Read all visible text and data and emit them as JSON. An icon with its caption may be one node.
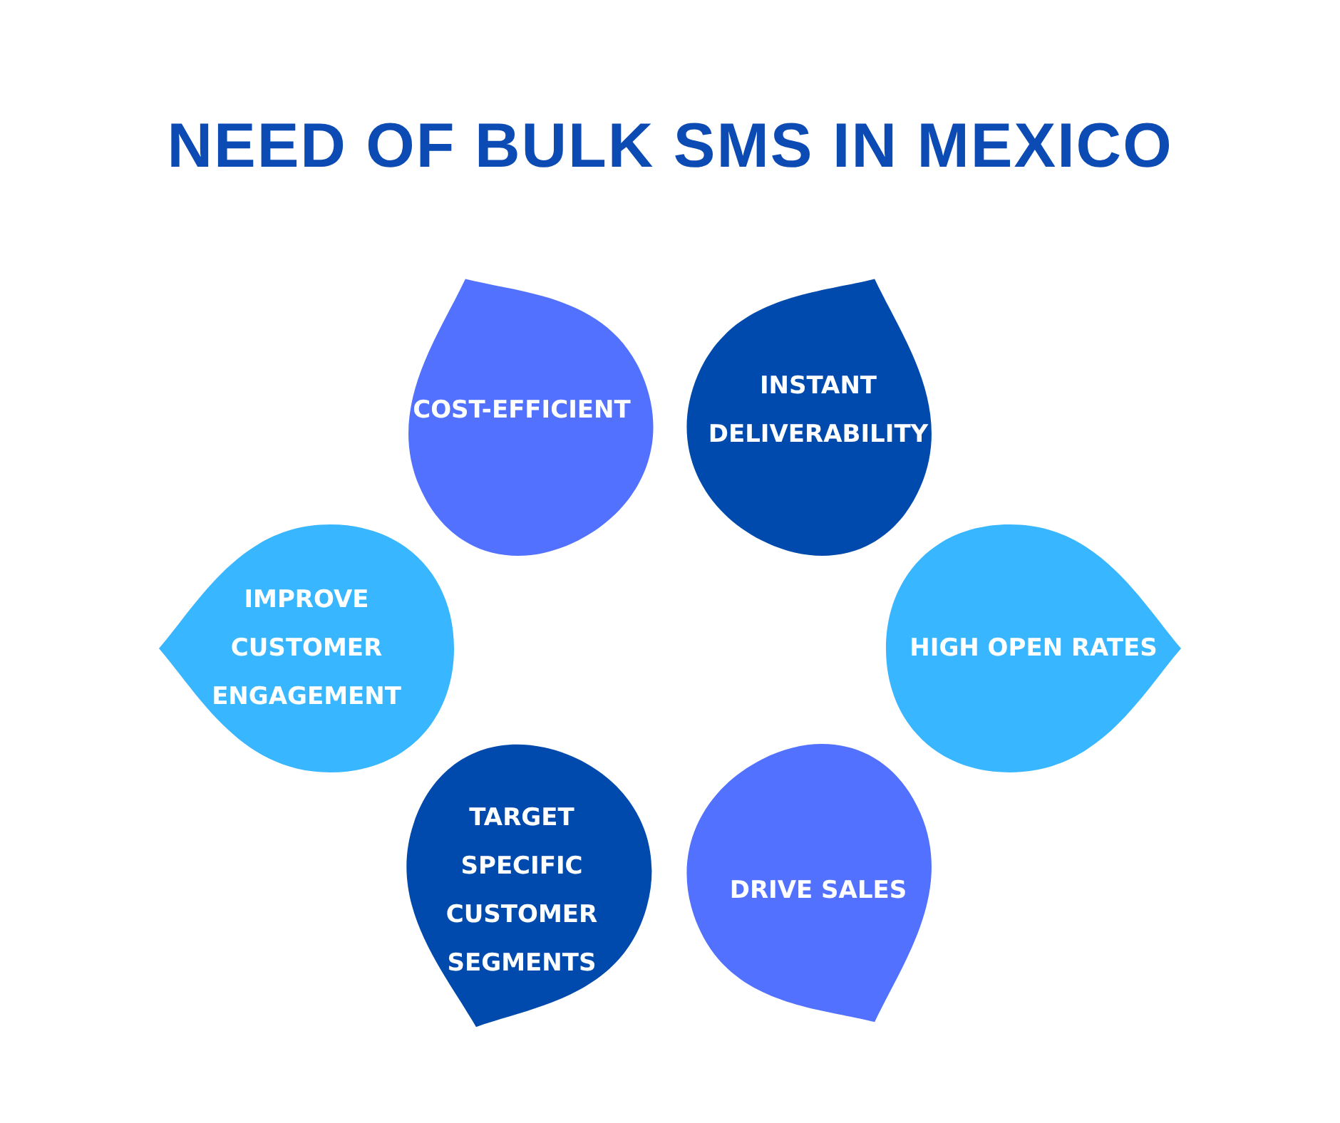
{
  "diagram": {
    "title": "NEED OF BULK SMS IN MEXICO",
    "nodes": [
      {
        "text": [
          "COST-EFFICIENT"
        ]
      },
      {
        "text": [
          "INSTANT DELIVERABILITY"
        ]
      },
      {
        "text": [
          "IMPROVE CUSTOMER ENGAGEMENT"
        ]
      },
      {
        "text": [
          "HIGH OPEN RATES"
        ]
      },
      {
        "text": [
          "TARGET SPECIFIC CUSTOMER SEGMENTS"
        ]
      },
      {
        "text": [
          "DRIVE SALES"
        ]
      }
    ]
  }
}
